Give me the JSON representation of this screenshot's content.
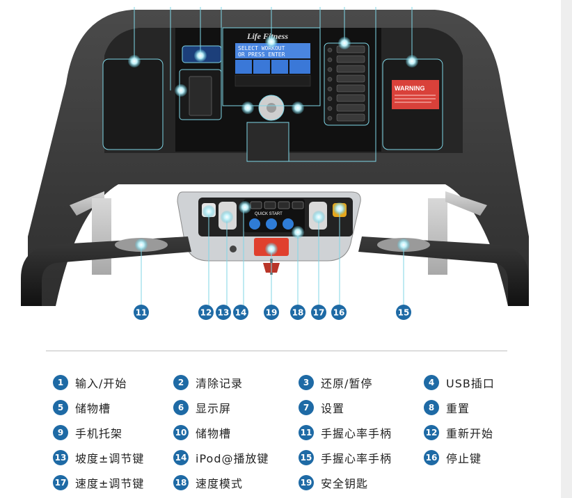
{
  "brand_logo_text": "Life Fitness",
  "lcd": {
    "line1": "SELECT WORKOUT",
    "line2": "OR PRESS ENTER"
  },
  "warning_label": "WARNING",
  "quick_start_label": "QUICK START",
  "callout_numbers_bottom": [
    "11",
    "12",
    "13",
    "14",
    "19",
    "18",
    "17",
    "16",
    "15"
  ],
  "legend": [
    {
      "num": "1",
      "label": "输入/开始"
    },
    {
      "num": "2",
      "label": "清除记录"
    },
    {
      "num": "3",
      "label": "还原/暂停"
    },
    {
      "num": "4",
      "label": "USB插口"
    },
    {
      "num": "5",
      "label": "储物槽"
    },
    {
      "num": "6",
      "label": "显示屏"
    },
    {
      "num": "7",
      "label": "设置"
    },
    {
      "num": "8",
      "label": "重置"
    },
    {
      "num": "9",
      "label": "手机托架"
    },
    {
      "num": "10",
      "label": "储物槽"
    },
    {
      "num": "11",
      "label": "手握心率手柄"
    },
    {
      "num": "12",
      "label": "重新开始"
    },
    {
      "num": "13",
      "label": "坡度±调节键"
    },
    {
      "num": "14",
      "label": "iPod@播放键"
    },
    {
      "num": "15",
      "label": "手握心率手柄"
    },
    {
      "num": "16",
      "label": "停止键"
    },
    {
      "num": "17",
      "label": "速度±调节键"
    },
    {
      "num": "18",
      "label": "速度模式"
    },
    {
      "num": "19",
      "label": "安全钥匙"
    }
  ],
  "colors": {
    "badge_blue": "#1e6aa5",
    "console_dark": "#3a3a3a",
    "lcd_blue": "#3a78d8",
    "accent_red": "#e0402e",
    "callout_cyan": "#7fd6e6"
  }
}
